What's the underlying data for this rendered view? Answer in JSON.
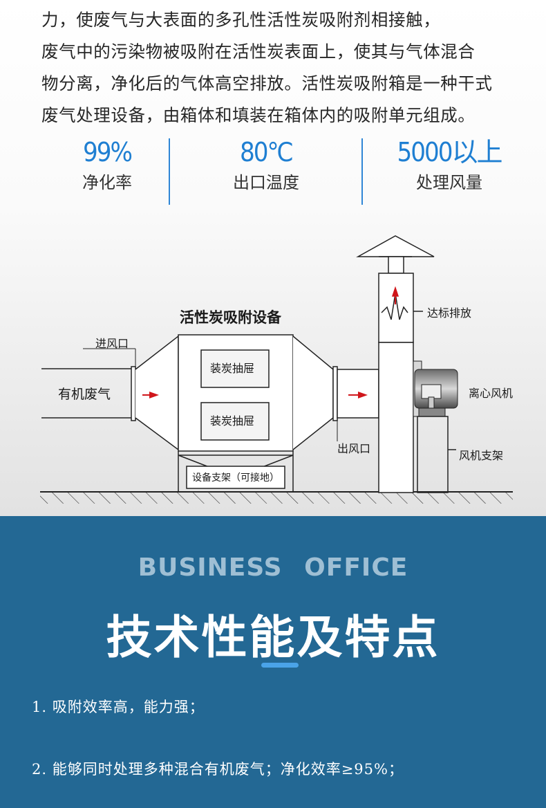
{
  "intro": {
    "lines": [
      "力，使废气与大表面的多孔性活性炭吸附剂相接触，",
      "废气中的污染物被吸附在活性炭表面上，使其与气体混合",
      "物分离，净化后的气体高空排放。活性炭吸附箱是一种干式",
      "废气处理设备，由箱体和填装在箱体内的吸附单元组成。"
    ]
  },
  "stats": [
    {
      "value": "99%",
      "label": "净化率"
    },
    {
      "value": "80℃",
      "label": "出口温度"
    },
    {
      "value": "5000以上",
      "label": "处理风量"
    }
  ],
  "diagram": {
    "title": "活性炭吸附设备",
    "inlet": "进风口",
    "gas": "有机废气",
    "drawer_1": "装炭抽屉",
    "drawer_2": "装炭抽屉",
    "stand": "设备支架（可接地）",
    "outlet": "出风口",
    "discharge": "达标排放",
    "fan": "离心风机",
    "fan_stand": "风机支架"
  },
  "section": {
    "subtitle": "BUSINESS  OFFICE",
    "title": "技术性能及特点"
  },
  "features": [
    "1. 吸附效率高，能力强；",
    "2. 能够同时处理多种混合有机废气；净化效率≥95%；"
  ],
  "colors": {
    "accent_blue": "#1f7fd2",
    "band_blue": "#236894",
    "arrow_red": "#d0161b"
  }
}
